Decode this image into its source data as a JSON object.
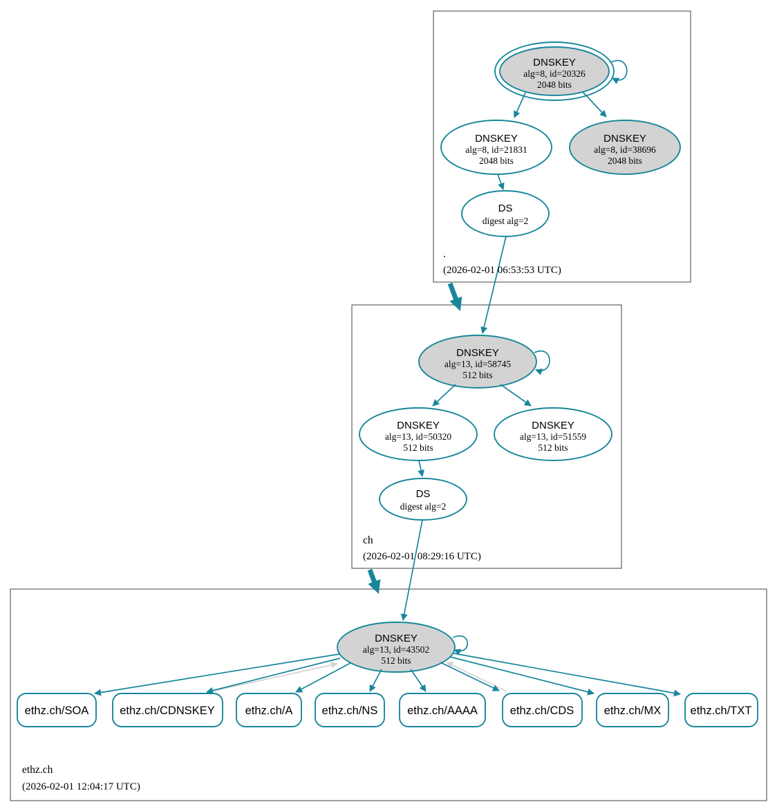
{
  "colors": {
    "edge_teal": "#17869b",
    "edge_warn_gray": "#d4d4d4",
    "key_fill_gray": "#d3d3d3",
    "node_white": "#ffffff",
    "box_border": "#404040"
  },
  "zones": [
    {
      "name": ".",
      "timestamp": "(2026-02-01 06:53:53 UTC)",
      "ksk": {
        "title": "DNSKEY",
        "alg": "alg=8, id=20326",
        "bits": "2048 bits"
      },
      "zsk": {
        "title": "DNSKEY",
        "alg": "alg=8, id=21831",
        "bits": "2048 bits"
      },
      "key3": {
        "title": "DNSKEY",
        "alg": "alg=8, id=38696",
        "bits": "2048 bits"
      },
      "ds": {
        "title": "DS",
        "detail": "digest alg=2"
      }
    },
    {
      "name": "ch",
      "timestamp": "(2026-02-01 08:29:16 UTC)",
      "ksk": {
        "title": "DNSKEY",
        "alg": "alg=13, id=58745",
        "bits": "512 bits"
      },
      "zsk": {
        "title": "DNSKEY",
        "alg": "alg=13, id=50320",
        "bits": "512 bits"
      },
      "key3": {
        "title": "DNSKEY",
        "alg": "alg=13, id=51559",
        "bits": "512 bits"
      },
      "ds": {
        "title": "DS",
        "detail": "digest alg=2"
      }
    },
    {
      "name": "ethz.ch",
      "timestamp": "(2026-02-01 12:04:17 UTC)",
      "ksk": {
        "title": "DNSKEY",
        "alg": "alg=13, id=43502",
        "bits": "512 bits"
      }
    }
  ],
  "records": [
    {
      "label": "ethz.ch/SOA"
    },
    {
      "label": "ethz.ch/CDNSKEY"
    },
    {
      "label": "ethz.ch/A"
    },
    {
      "label": "ethz.ch/NS"
    },
    {
      "label": "ethz.ch/AAAA"
    },
    {
      "label": "ethz.ch/CDS"
    },
    {
      "label": "ethz.ch/MX"
    },
    {
      "label": "ethz.ch/TXT"
    }
  ]
}
